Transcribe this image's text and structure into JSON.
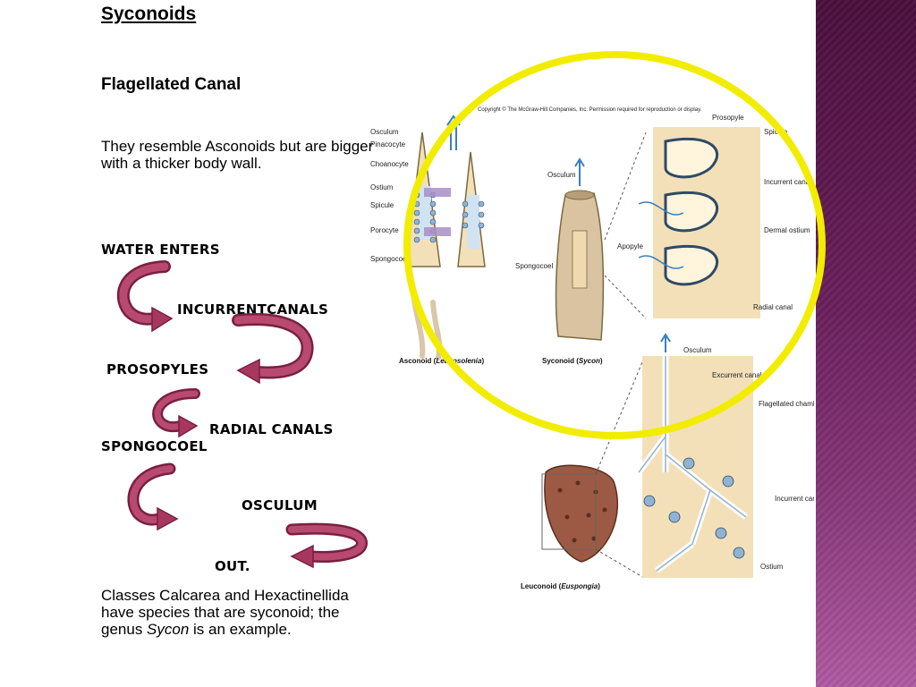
{
  "slide": {
    "title": "Syconoids",
    "subtitle": "Flagellated Canal",
    "paragraph1": " They resemble Asconoids but are bigger with a thicker body wall.",
    "paragraph2_pre": " Classes Calcarea and Hexactinellida have species that are syconoid; the genus ",
    "paragraph2_italic": "Sycon",
    "paragraph2_post": " is an example."
  },
  "flow": {
    "step1": "WATER ENTERS",
    "step2": "INCURRENTCANALS",
    "step3": "PROSOPYLES",
    "step4": "RADIAL CANALS",
    "step5": "SPONGOCOEL",
    "step6": "OSCULUM",
    "step7": "OUT."
  },
  "figure": {
    "copyright": "Copyright © The McGraw-Hill Companies, Inc. Permission required for reproduction or display.",
    "asconoid_labels": [
      "Osculum",
      "Pinacocyte",
      "Choanocyte",
      "Ostium",
      "Spicule",
      "Porocyte",
      "Spongocoel"
    ],
    "asconoid_caption_a": "Asconoid (",
    "asconoid_caption_italic": "Leucosolenia",
    "asconoid_caption_b": ")",
    "syconoid_labels": [
      "Osculum",
      "Spongocoel"
    ],
    "syconoid_caption_a": "Syconoid (",
    "syconoid_caption_italic": "Sycon",
    "syconoid_caption_b": ")",
    "detail_labels": [
      "Prosopyle",
      "Spicule",
      "Incurrent canal",
      "Dermal ostium",
      "Apopyle",
      "Radial canal"
    ],
    "leuconoid_labels": [
      "Osculum",
      "Excurrent canal",
      "Flagellated chamber",
      "Incurrent canal",
      "Ostium"
    ],
    "leuconoid_caption_a": "Leuconoid (",
    "leuconoid_caption_italic": "Euspongia",
    "leuconoid_caption_b": ")"
  },
  "colors": {
    "sidebar": "#6a1f5c",
    "arrow_fill": "#a8375e",
    "highlight_ring": "#f2ec00",
    "tissue": "#f3e0b8"
  }
}
